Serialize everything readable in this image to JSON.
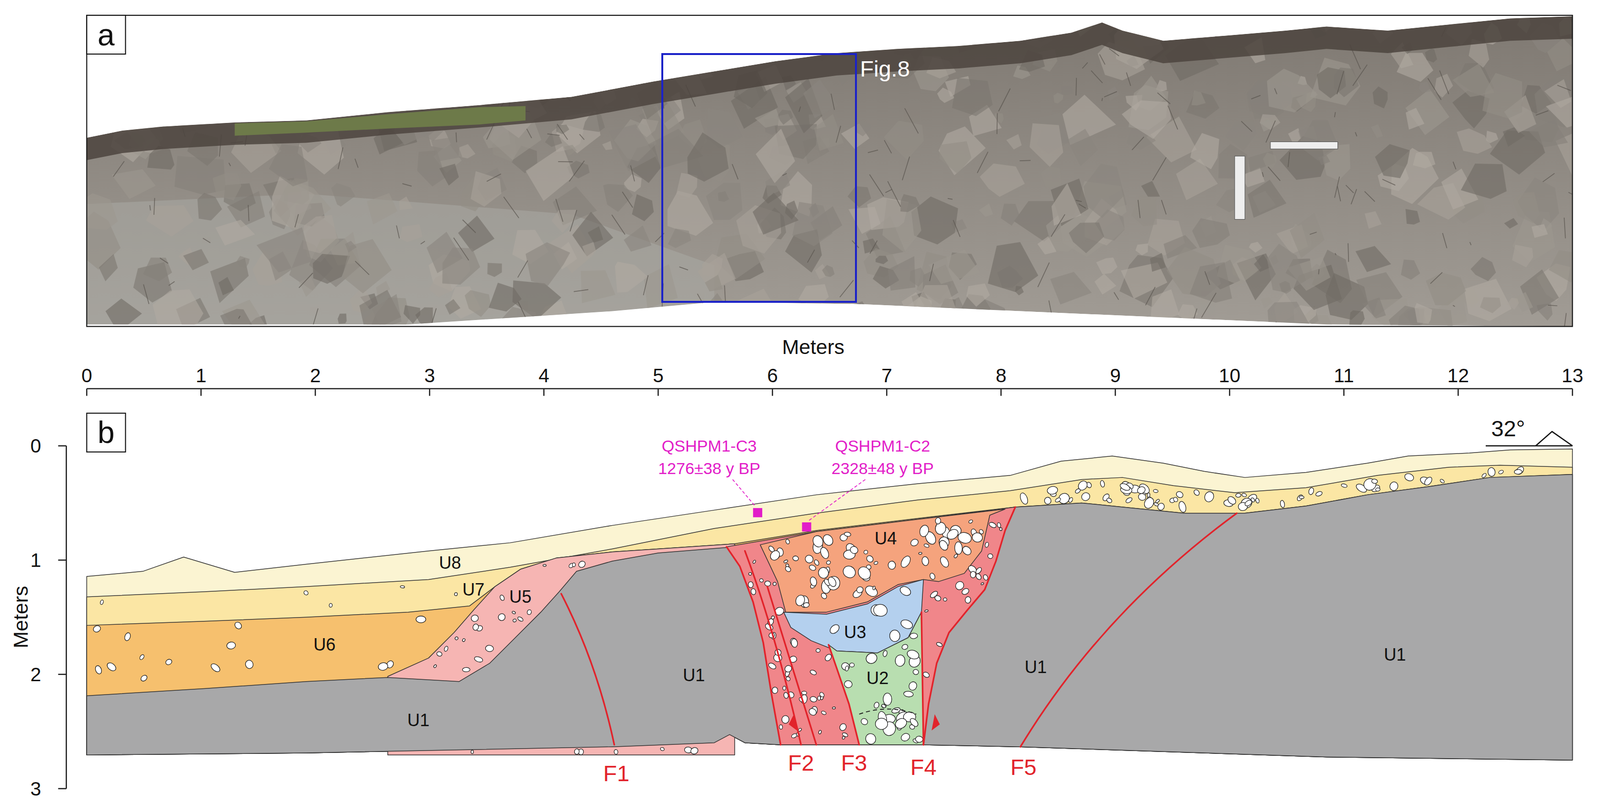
{
  "diagram": {
    "nodes": [
      {
        "text": [
          "Fig.8"
        ]
      }
    ],
    "labels": [
      "a",
      "Meters",
      "0",
      "1",
      "2",
      "3",
      "4",
      "5",
      "6",
      "7",
      "8",
      "9",
      "10",
      "11",
      "12",
      "13",
      "b",
      "0",
      "1",
      "2",
      "3",
      "Meters",
      "32°",
      "QSHPM1-C3",
      "1276±38 y BP",
      "QSHPM1-C2",
      "2328±48 y BP",
      "U8",
      "U7",
      "U5",
      "U6",
      "U4",
      "U3",
      "U1",
      "U2",
      "U1",
      "U1",
      "U1",
      "F1",
      "F2",
      "F3",
      "F4",
      "F5"
    ]
  }
}
